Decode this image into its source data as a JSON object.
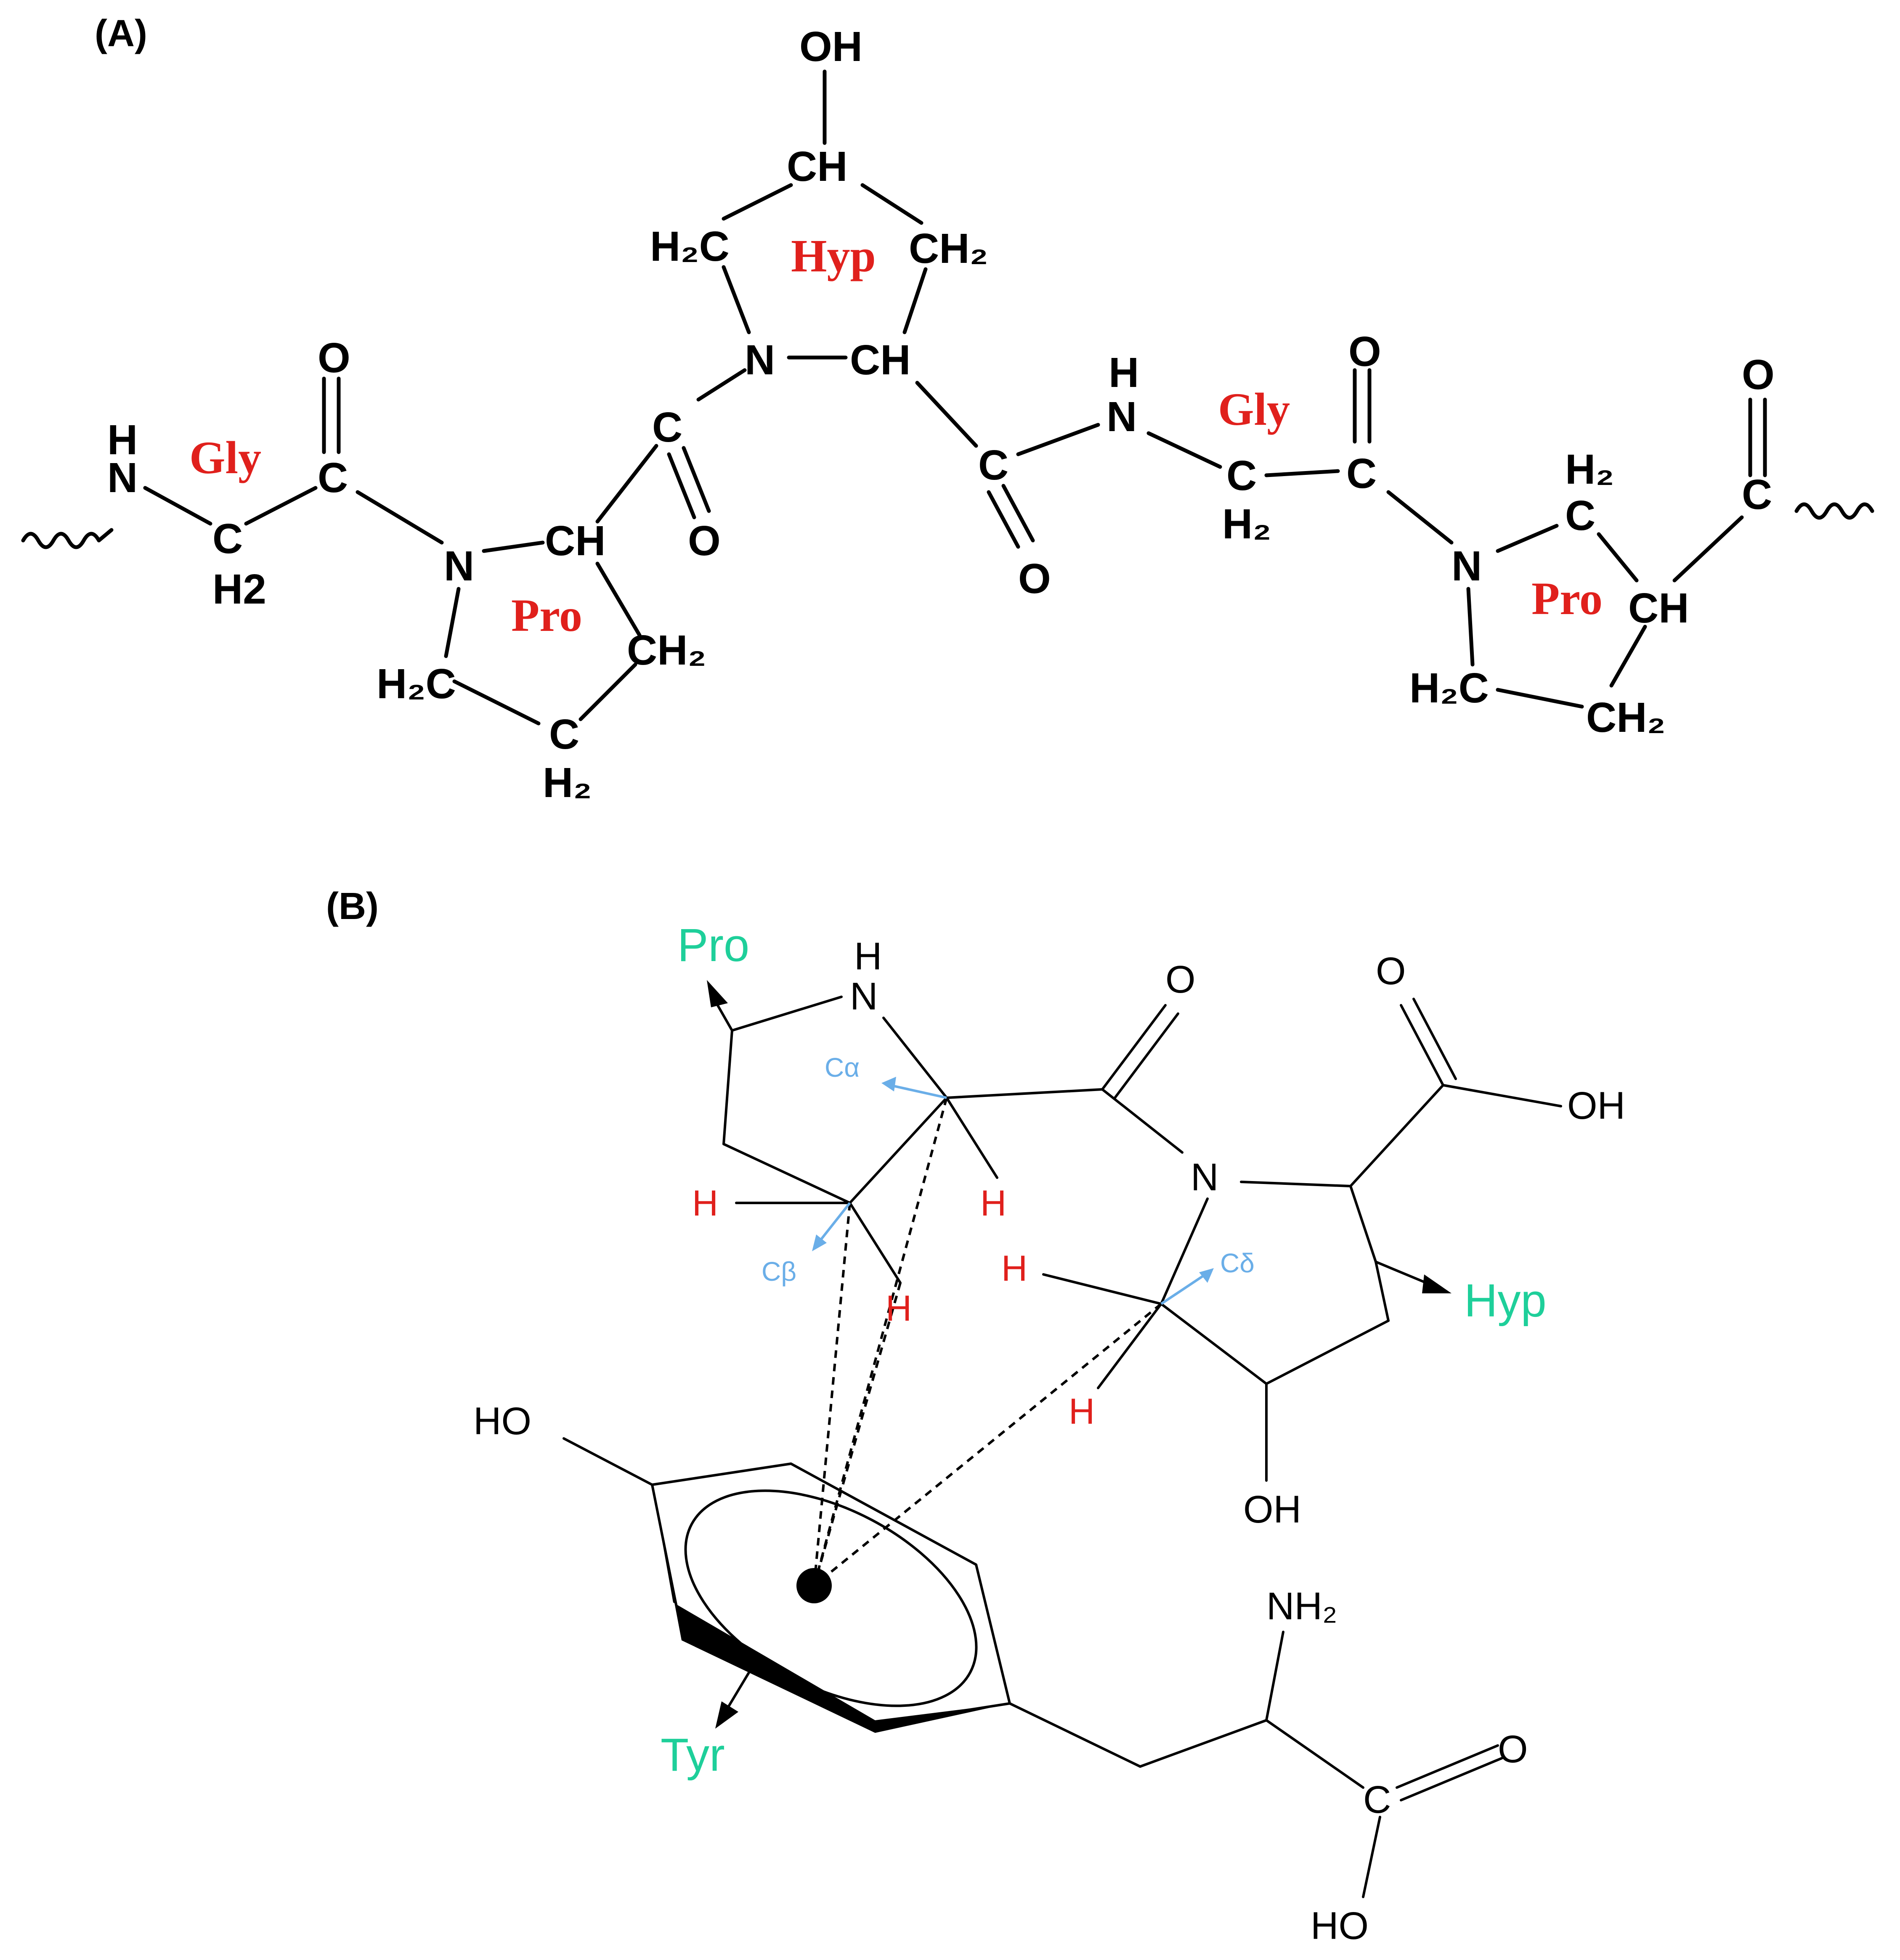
{
  "panel_a": {
    "label": "(A)",
    "residues": {
      "gly1": "Gly",
      "pro1": "Pro",
      "hyp": "Hyp",
      "gly2": "Gly",
      "pro2": "Pro"
    },
    "atoms": {
      "oh_top": "OH",
      "ch_top": "CH",
      "h2c_hyp": "H₂C",
      "ch2_hyp": "CH₂",
      "n_hyp": "N",
      "ch_hyp": "CH",
      "h_nh1": "H",
      "n_nh1": "N",
      "c_gly1": "C",
      "h2_gly1": "H2",
      "c_co1": "C",
      "o_co1": "O",
      "n_pro1": "N",
      "ch_pro1": "CH",
      "ch2_pro1": "CH₂",
      "h2c_pro1": "H₂C",
      "c_pro1": "C",
      "h2_pro1": "H₂",
      "c_co2": "C",
      "o_co2": "O",
      "c_co3": "C",
      "o_co3": "O",
      "h_nh2": "H",
      "n_nh2": "N",
      "c_gly2": "C",
      "h2_gly2": "H₂",
      "c_co4": "C",
      "o_co4": "O",
      "n_pro2": "N",
      "h2_pro2": "H₂",
      "c_pro2": "C",
      "ch_pro2": "CH",
      "h2c_pro2": "H₂C",
      "ch2_pro2": "CH₂",
      "c_co5": "C",
      "o_co5": "O"
    }
  },
  "panel_b": {
    "label": "(B)",
    "residues": {
      "pro": "Pro",
      "hyp": "Hyp",
      "tyr": "Tyr"
    },
    "carbons": {
      "c_alpha": "Cα",
      "c_beta": "Cβ",
      "c_delta": "Cδ"
    },
    "hydrogens": [
      "H",
      "H",
      "H",
      "H",
      "H"
    ],
    "atoms": {
      "nh_h": "H",
      "nh_n": "N",
      "o_amide": "O",
      "o_acid": "O",
      "oh_acid": "OH",
      "n_ring": "N",
      "oh_hyp": "OH",
      "ho_tyr": "HO",
      "nh2": "NH₂",
      "o_carboxyl": "O",
      "c_carboxyl": "C",
      "ho_carboxyl": "HO"
    }
  },
  "colors": {
    "residue_a": "#e0201c",
    "residue_b": "#1ecf9a",
    "hydrogen_b": "#e0201c",
    "carbon_label_b": "#6aaee8",
    "bond": "#000000"
  }
}
